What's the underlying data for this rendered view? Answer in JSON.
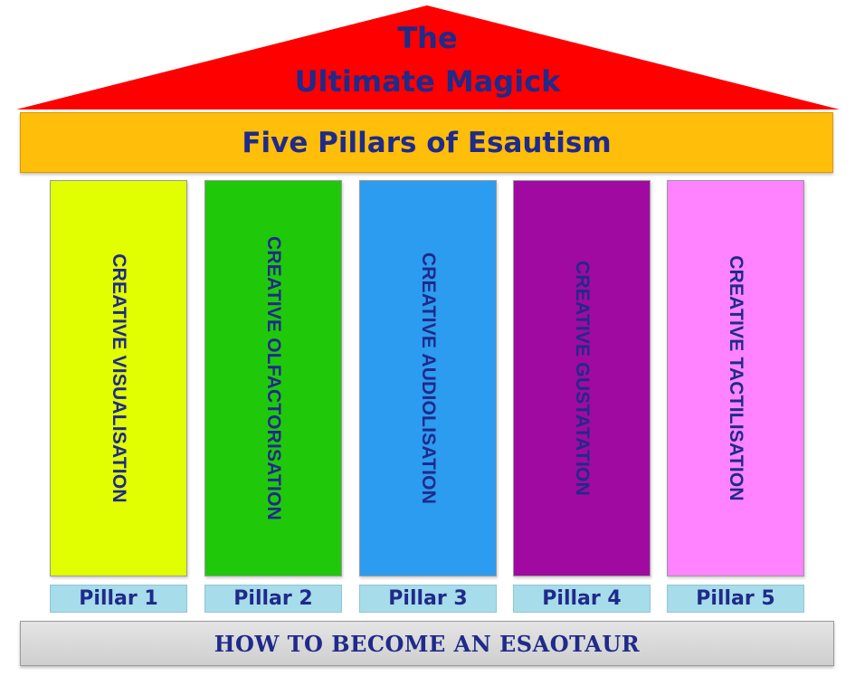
{
  "roof": {
    "line1": "The",
    "line2": "Ultimate Magick",
    "color": "#ff0000"
  },
  "banner": {
    "title": "Five Pillars of Esautism",
    "color": "#ffbe0a"
  },
  "pillars": [
    {
      "text": "CREATIVE VISUALISATION",
      "label": "Pillar 1",
      "color": "#e1ff00"
    },
    {
      "text": "CREATIVE OLFACTORISATION",
      "label": "Pillar 2",
      "color": "#20c80a"
    },
    {
      "text": "CREATIVE AUDIOLISATION",
      "label": "Pillar 3",
      "color": "#2b9cf0"
    },
    {
      "text": "CREATIVE GUSTATATION",
      "label": "Pillar 4",
      "color": "#a00aa0"
    },
    {
      "text": "CREATIVE TACTILISATION",
      "label": "Pillar 5",
      "color": "#ff82ff"
    }
  ],
  "base": {
    "title": "HOW TO BECOME AN ESAOTAUR"
  },
  "colors": {
    "text": "#1f2a8a",
    "label_background": "#a7dcea",
    "base_background": "#d9d9d9"
  }
}
